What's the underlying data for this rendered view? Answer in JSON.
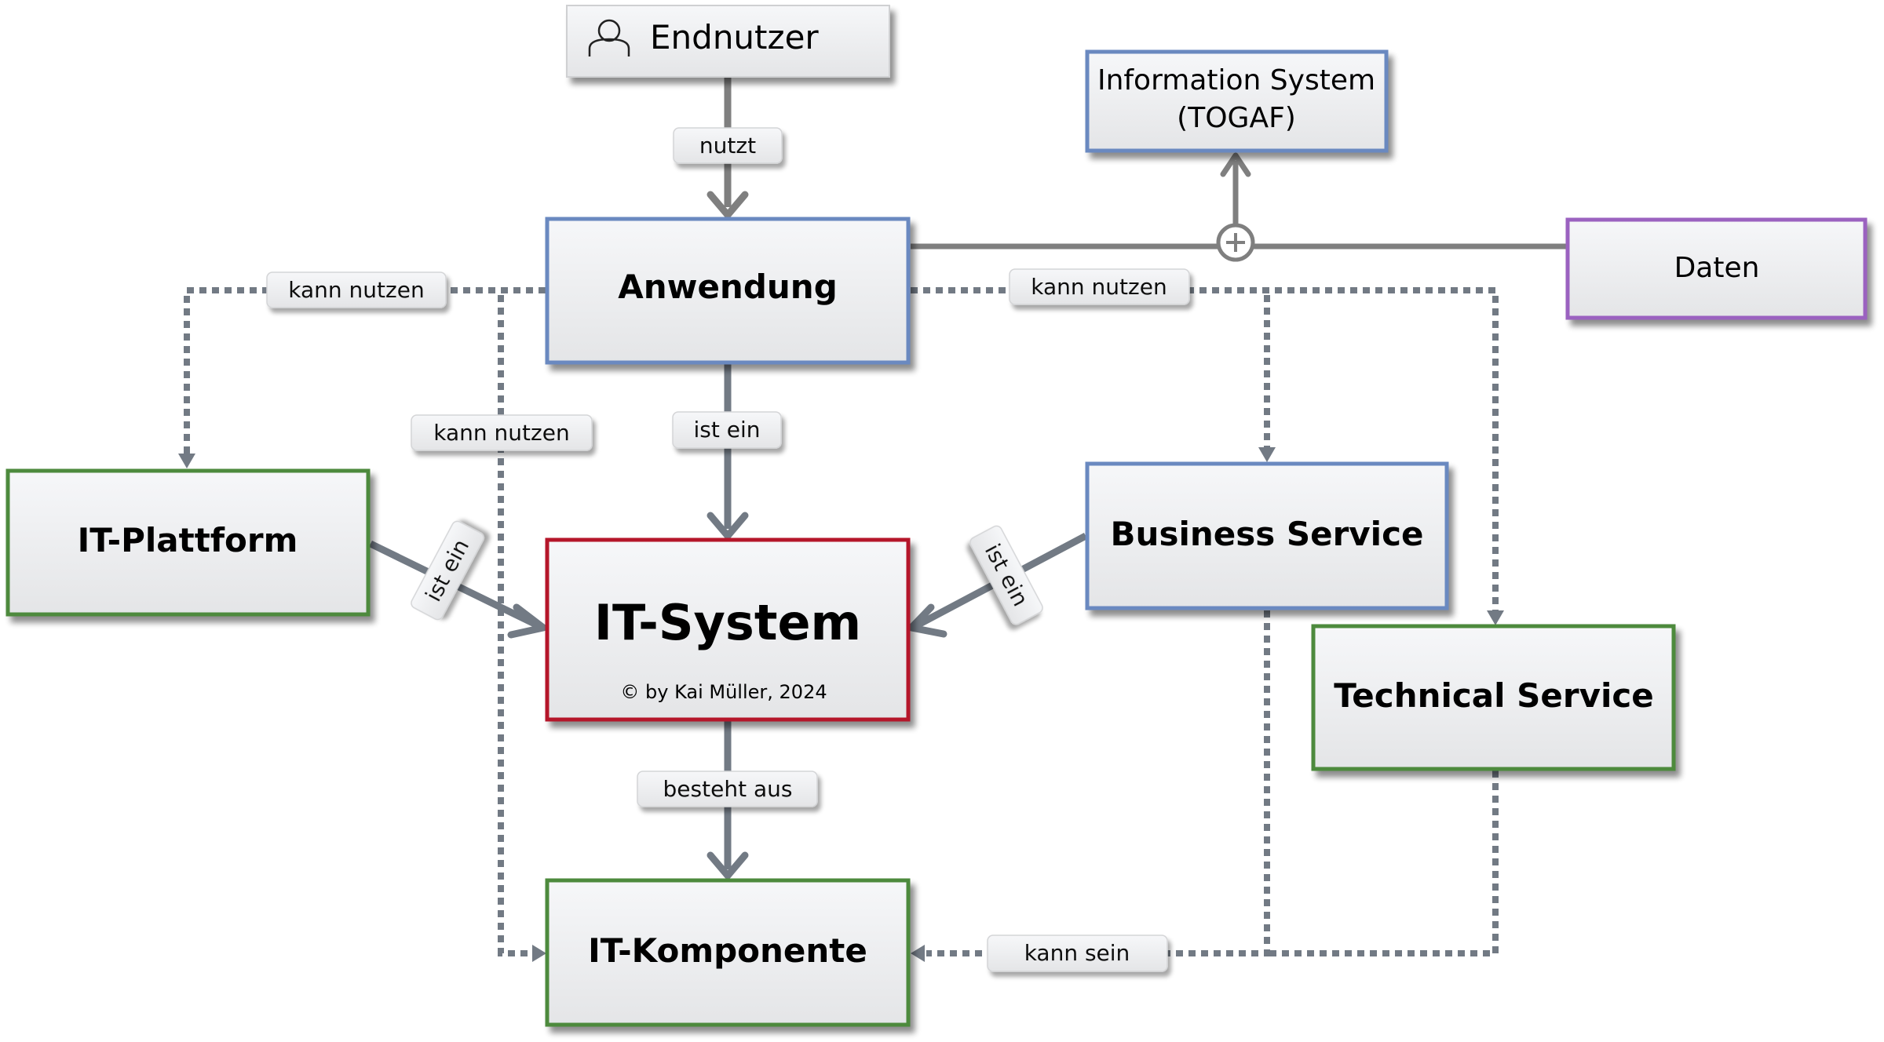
{
  "diagram": {
    "title": "IT-System",
    "copyright": "© by Kai Müller, 2024",
    "colors": {
      "blue": "#6a89c0",
      "green": "#4e8a3e",
      "red": "#b5142c",
      "purple": "#9b62c0",
      "neutral": "#c8c8c8",
      "line": "#727a84",
      "line_dark": "#7f7f7f"
    },
    "nodes": {
      "endnutzer": {
        "label": "Endnutzer",
        "icon": "user-icon",
        "color": "neutral"
      },
      "information_system": {
        "label_line1": "Information System",
        "label_line2": "(TOGAF)",
        "color": "blue"
      },
      "anwendung": {
        "label": "Anwendung",
        "color": "blue"
      },
      "daten": {
        "label": "Daten",
        "color": "purple"
      },
      "it_plattform": {
        "label": "IT-Plattform",
        "color": "green"
      },
      "it_system": {
        "label": "IT-System",
        "sublabel": "© by Kai Müller, 2024",
        "color": "red"
      },
      "business_service": {
        "label": "Business Service",
        "color": "blue"
      },
      "technical_service": {
        "label": "Technical Service",
        "color": "green"
      },
      "it_komponente": {
        "label": "IT-Komponente",
        "color": "green"
      }
    },
    "edges": {
      "endnutzer_anwendung": {
        "label": "nutzt",
        "style": "solid"
      },
      "anwendung_it_system": {
        "label": "ist ein",
        "style": "solid"
      },
      "it_plattform_it_system": {
        "label": "ist ein",
        "style": "solid"
      },
      "business_service_it_system": {
        "label": "ist ein",
        "style": "solid"
      },
      "it_system_it_komponente": {
        "label": "besteht aus",
        "style": "solid"
      },
      "anwendung_it_plattform": {
        "label": "kann nutzen",
        "style": "dotted"
      },
      "anwendung_it_komponente": {
        "label": "kann nutzen",
        "style": "dotted"
      },
      "anwendung_services": {
        "label": "kann nutzen",
        "style": "dotted"
      },
      "services_it_komponente": {
        "label": "kann sein",
        "style": "dotted"
      },
      "anwendung_daten_information_system": {
        "label": "",
        "style": "solid",
        "junction": "plus-circle"
      }
    }
  }
}
